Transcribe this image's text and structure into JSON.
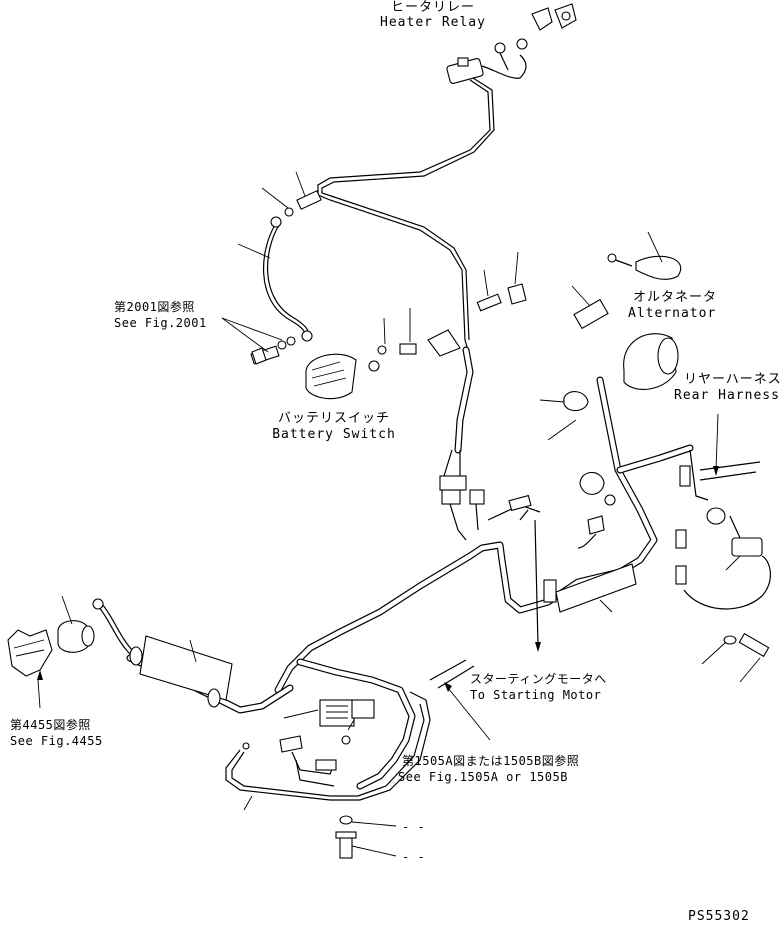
{
  "labels": {
    "heater_relay_jp": "ヒータリレー",
    "heater_relay_en": "Heater Relay",
    "fig2001_jp": "第2001図参照",
    "fig2001_en": "See Fig.2001",
    "alternator_jp": "オルタネータ",
    "alternator_en": "Alternator",
    "rear_harness_jp": "リヤーハーネス",
    "rear_harness_en": "Rear Harness",
    "battery_switch_jp": "バッテリスイッチ",
    "battery_switch_en": "Battery Switch",
    "starting_motor_jp": "スターティングモータへ",
    "starting_motor_en": "To Starting Motor",
    "fig4455_jp": "第4455図参照",
    "fig4455_en": "See Fig.4455",
    "fig1505_jp": "第1505A図または1505B図参照",
    "fig1505_en": "See Fig.1505A or 1505B",
    "dash_1": "- -",
    "dash_2": "- -",
    "drawing_code": "PS55302"
  },
  "colors": {
    "line": "#000000",
    "background": "#ffffff"
  }
}
